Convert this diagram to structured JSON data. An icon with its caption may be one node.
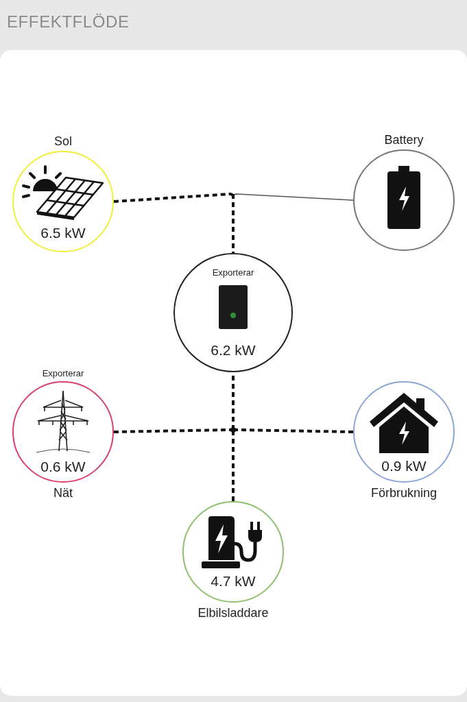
{
  "diagram": {
    "title": "EFFEKTFLÖDE",
    "nodes": [
      {
        "text": [
          "Sol",
          "6.5 kW"
        ]
      },
      {
        "text": [
          "Battery"
        ]
      },
      {
        "text": [
          "Exporterar",
          "6.2 kW"
        ]
      },
      {
        "text": [
          "Exporterar",
          "0.6 kW",
          "Nät"
        ]
      },
      {
        "text": [
          "0.9 kW",
          "Förbrukning"
        ]
      },
      {
        "text": [
          "4.7 kW",
          "Elbilsladdare"
        ]
      }
    ],
    "edges": [
      {
        "from": 0,
        "to": 2,
        "arrow": "none",
        "style": "dashed"
      },
      {
        "from": 1,
        "to": 2,
        "arrow": "none",
        "color": "#555555"
      },
      {
        "from": 2,
        "to": 3,
        "arrow": "none",
        "style": "dashed"
      },
      {
        "from": 2,
        "to": 4,
        "arrow": "none",
        "style": "dashed"
      },
      {
        "from": 2,
        "to": 5,
        "arrow": "none",
        "style": "dashed"
      }
    ]
  }
}
